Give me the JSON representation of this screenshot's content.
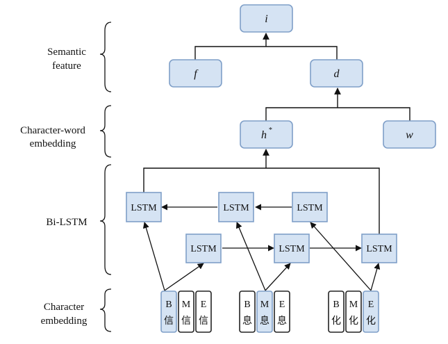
{
  "side_labels": {
    "semantic": [
      "Semantic",
      "feature"
    ],
    "charword": [
      "Character-word",
      "embedding"
    ],
    "bilstm": "Bi-LSTM",
    "charemb": [
      "Character",
      "embedding"
    ]
  },
  "nodes": {
    "i": "i",
    "f": "f",
    "d": "d",
    "h": "h",
    "h_sup": "*",
    "w": "w"
  },
  "lstm_label": "LSTM",
  "characters": [
    {
      "tags": [
        "B",
        "M",
        "E"
      ],
      "char": "信",
      "highlight_index": 0
    },
    {
      "tags": [
        "B",
        "M",
        "E"
      ],
      "char": "息",
      "highlight_index": 1
    },
    {
      "tags": [
        "B",
        "M",
        "E"
      ],
      "char": "化",
      "highlight_index": 2
    }
  ],
  "colors": {
    "box_fill": "#d5e3f3",
    "box_stroke": "#7f9fc8",
    "line": "#111111",
    "white": "#ffffff"
  }
}
